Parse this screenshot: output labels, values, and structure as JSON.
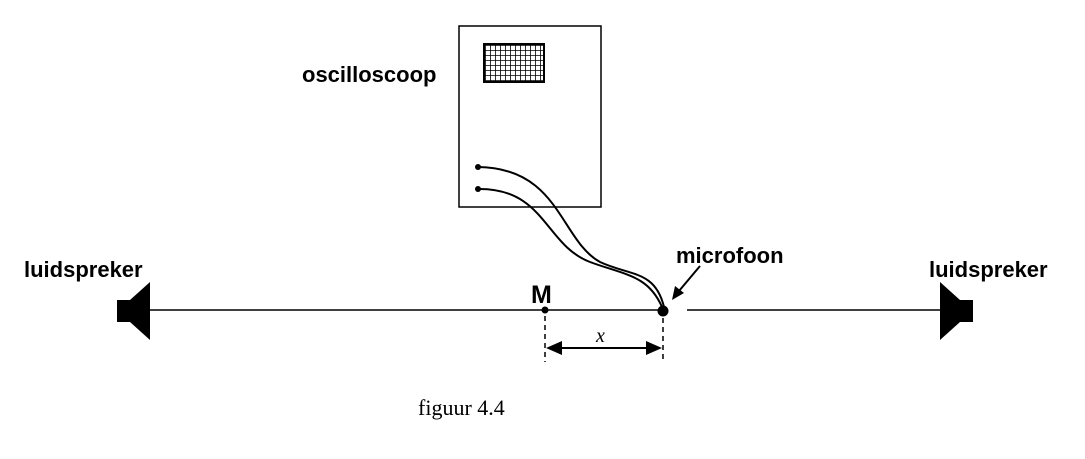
{
  "labels": {
    "oscilloscope": "oscilloscoop",
    "speaker_left": "luidspreker",
    "speaker_right": "luidspreker",
    "microphone": "microfoon",
    "midpoint": "M",
    "distance": "x"
  },
  "caption": "figuur 4.4",
  "colors": {
    "ink": "#000000",
    "paper": "#ffffff"
  }
}
